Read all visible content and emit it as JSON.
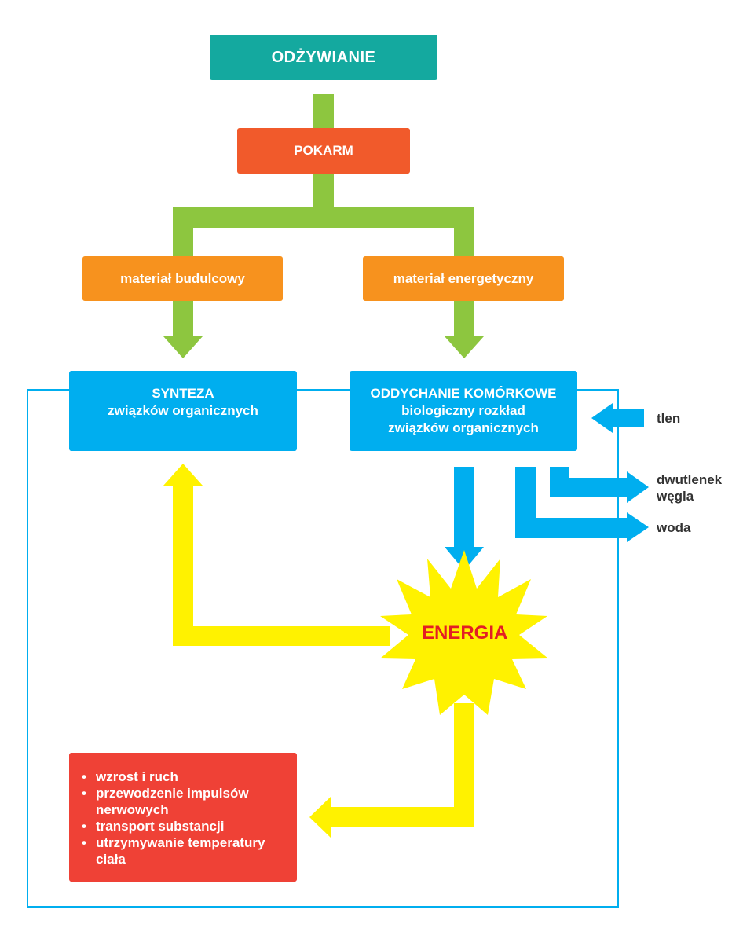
{
  "nodes": {
    "odzywianie": "ODŻYWIANIE",
    "pokarm": "POKARM",
    "material_budulcowy": "materiał budulcowy",
    "material_energetyczny": "materiał energetyczny",
    "synteza": {
      "line1": "SYNTEZA",
      "line2": "związków organicznych"
    },
    "oddychanie": {
      "line1": "ODDYCHANIE KOMÓRKOWE",
      "line2": "biologiczny rozkład",
      "line3": "związków organicznych"
    },
    "energia": "ENERGIA",
    "uses": [
      {
        "text": "wzrost i ruch"
      },
      {
        "text": "przewodzenie impulsów nerwowych"
      },
      {
        "text": "transport substancji"
      },
      {
        "text": "utrzymywanie temperatury ciała"
      }
    ]
  },
  "side_labels": {
    "tlen": "tlen",
    "dwutlenek_line1": "dwutlenek",
    "dwutlenek_line2": "węgla",
    "woda": "woda"
  },
  "colors": {
    "teal": "#14a99f",
    "orange_red": "#f15a2b",
    "orange": "#f7921e",
    "blue": "#00aeef",
    "red": "#ef4136",
    "green_arrow": "#8dc63f",
    "yellow": "#fff200",
    "energy_text": "#e31e24"
  }
}
